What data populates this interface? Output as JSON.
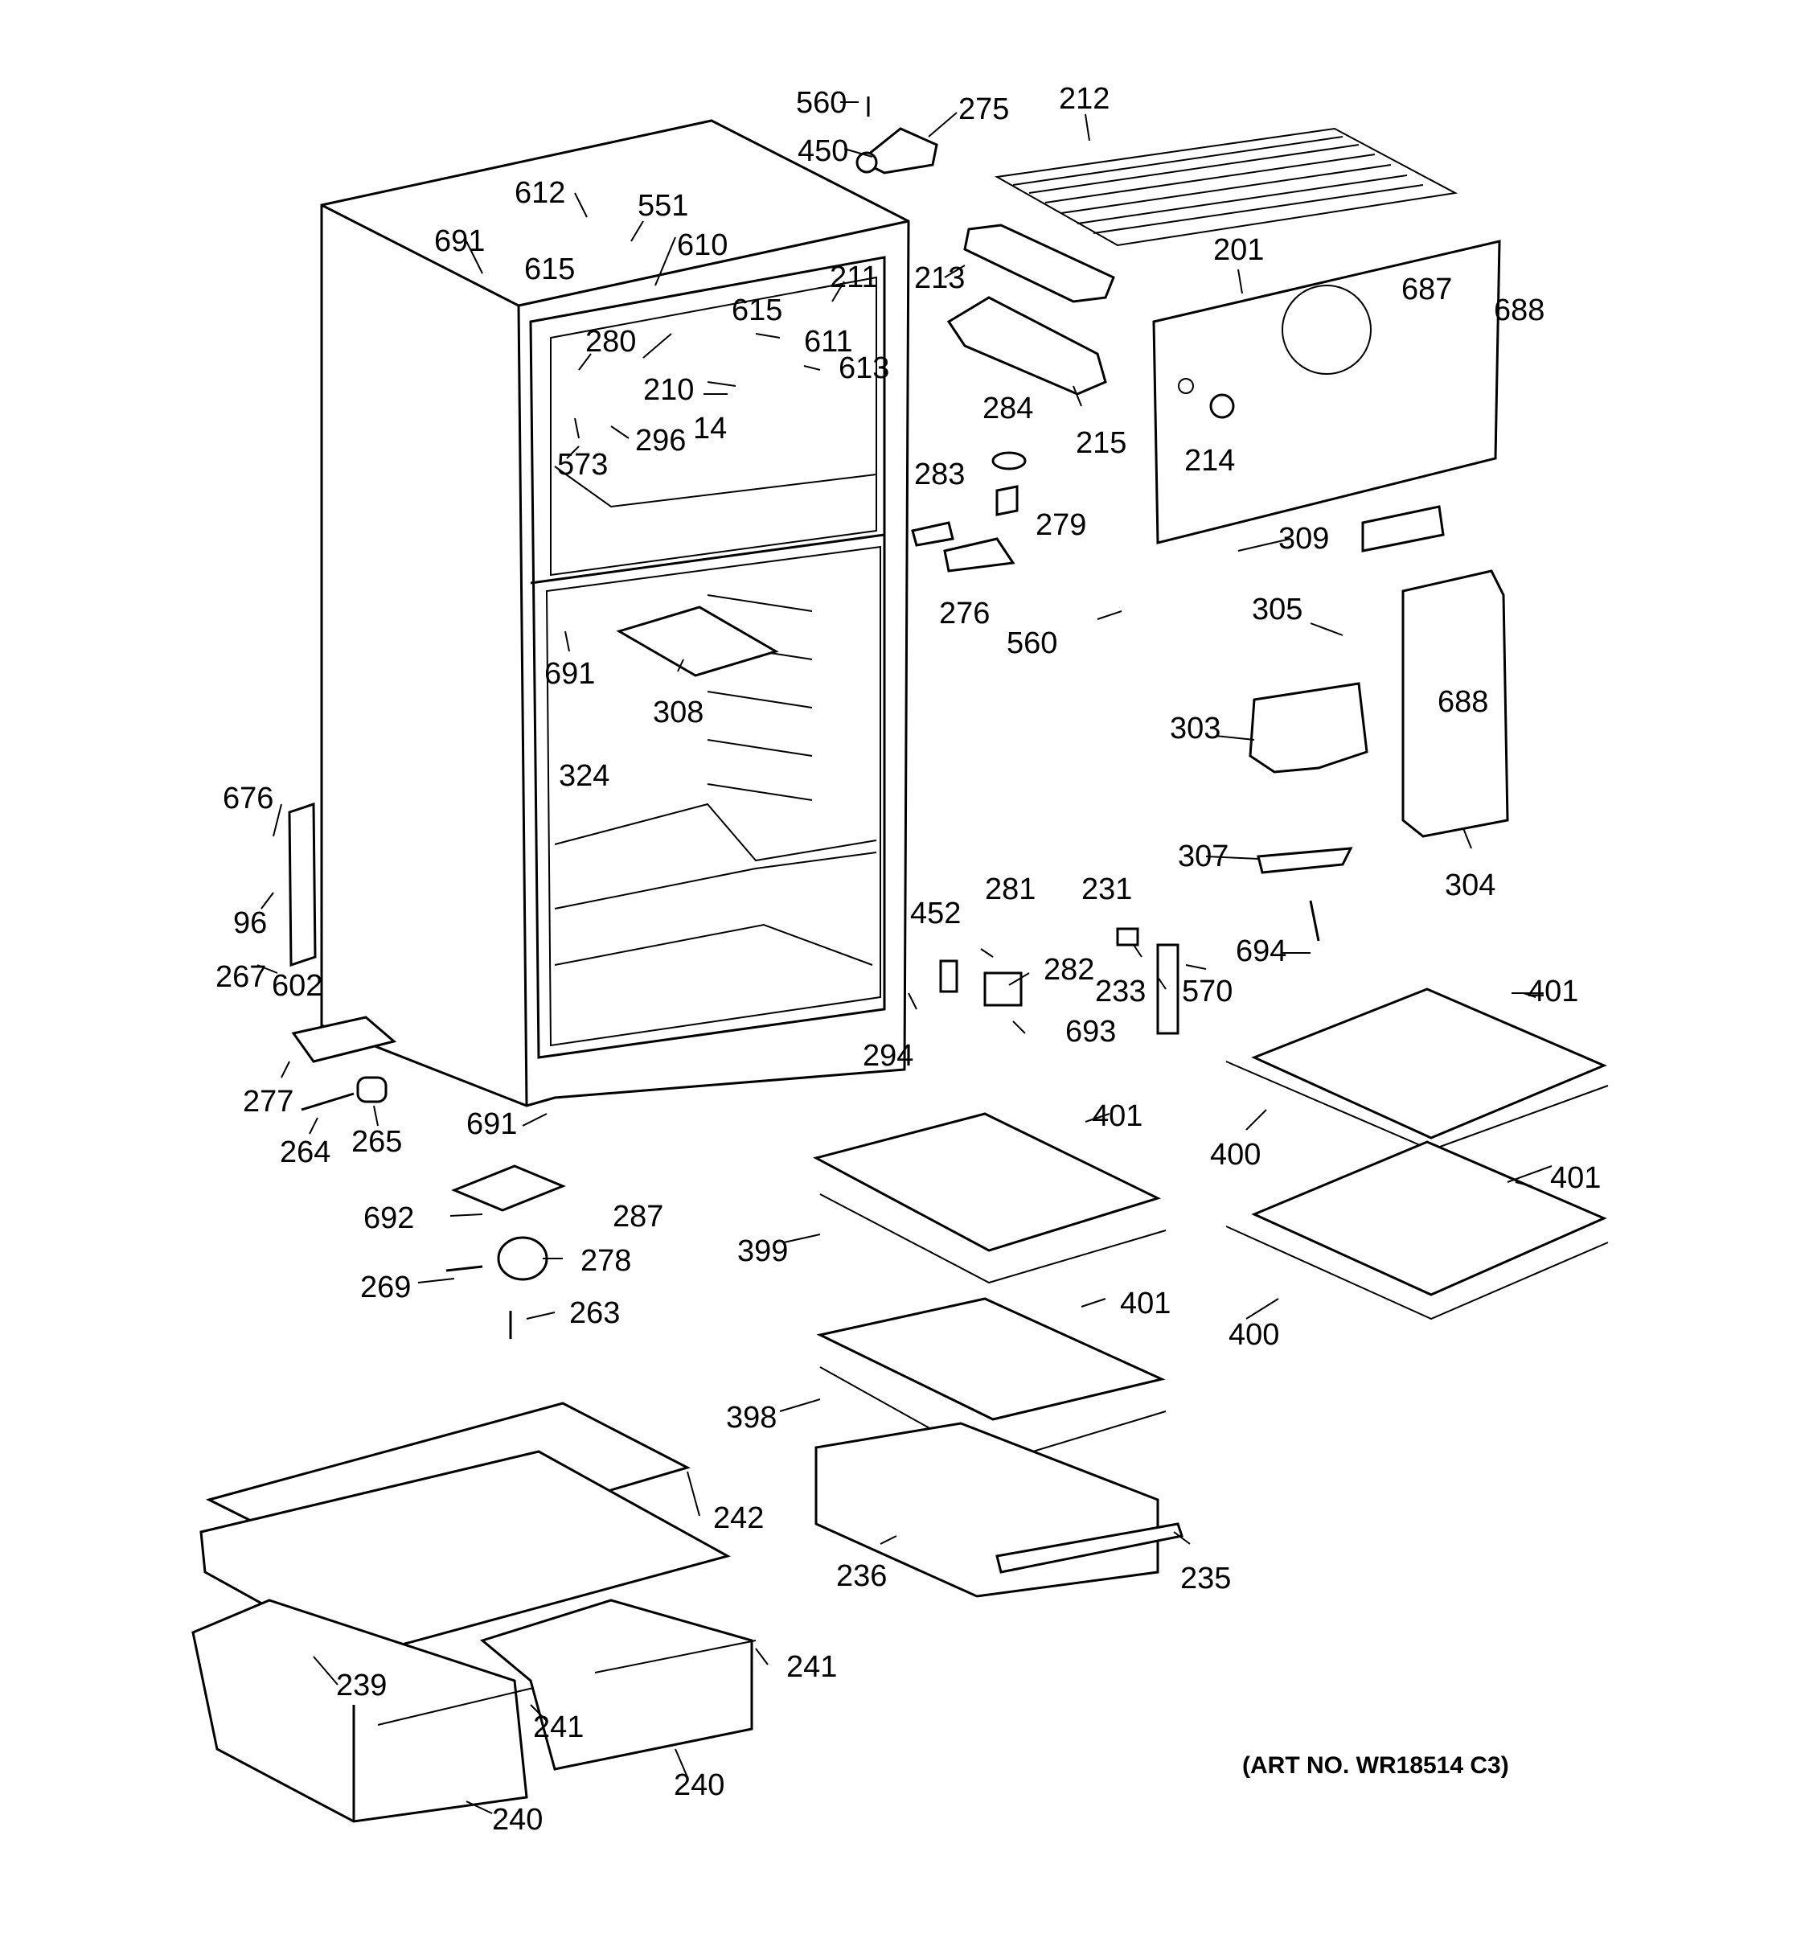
{
  "diagram": {
    "art_number": "(ART NO. WR18514 C3)",
    "callouts": [
      {
        "id": "c560a",
        "label": "560"
      },
      {
        "id": "c275",
        "label": "275"
      },
      {
        "id": "c450",
        "label": "450"
      },
      {
        "id": "c212",
        "label": "212"
      },
      {
        "id": "c612",
        "label": "612"
      },
      {
        "id": "c551",
        "label": "551"
      },
      {
        "id": "c691a",
        "label": "691"
      },
      {
        "id": "c610",
        "label": "610"
      },
      {
        "id": "c615a",
        "label": "615"
      },
      {
        "id": "c211",
        "label": "211"
      },
      {
        "id": "c213",
        "label": "213"
      },
      {
        "id": "c201",
        "label": "201"
      },
      {
        "id": "c687",
        "label": "687"
      },
      {
        "id": "c688a",
        "label": "688"
      },
      {
        "id": "c615b",
        "label": "615"
      },
      {
        "id": "c280",
        "label": "280"
      },
      {
        "id": "c611",
        "label": "611"
      },
      {
        "id": "c613",
        "label": "613"
      },
      {
        "id": "c210",
        "label": "210"
      },
      {
        "id": "c14",
        "label": "14"
      },
      {
        "id": "c296",
        "label": "296"
      },
      {
        "id": "c573",
        "label": "573"
      },
      {
        "id": "c284",
        "label": "284"
      },
      {
        "id": "c215",
        "label": "215"
      },
      {
        "id": "c214",
        "label": "214"
      },
      {
        "id": "c283",
        "label": "283"
      },
      {
        "id": "c279",
        "label": "279"
      },
      {
        "id": "c309",
        "label": "309"
      },
      {
        "id": "c276",
        "label": "276"
      },
      {
        "id": "c560b",
        "label": "560"
      },
      {
        "id": "c305",
        "label": "305"
      },
      {
        "id": "c691b",
        "label": "691"
      },
      {
        "id": "c308",
        "label": "308"
      },
      {
        "id": "c303",
        "label": "303"
      },
      {
        "id": "c688b",
        "label": "688"
      },
      {
        "id": "c324",
        "label": "324"
      },
      {
        "id": "c676",
        "label": "676"
      },
      {
        "id": "c307",
        "label": "307"
      },
      {
        "id": "c304",
        "label": "304"
      },
      {
        "id": "c96",
        "label": "96"
      },
      {
        "id": "c452",
        "label": "452"
      },
      {
        "id": "c281",
        "label": "281"
      },
      {
        "id": "c231",
        "label": "231"
      },
      {
        "id": "c694",
        "label": "694"
      },
      {
        "id": "c267",
        "label": "267"
      },
      {
        "id": "c602",
        "label": "602"
      },
      {
        "id": "c282",
        "label": "282"
      },
      {
        "id": "c233",
        "label": "233"
      },
      {
        "id": "c570",
        "label": "570"
      },
      {
        "id": "c401a",
        "label": "401"
      },
      {
        "id": "c693",
        "label": "693"
      },
      {
        "id": "c294",
        "label": "294"
      },
      {
        "id": "c277",
        "label": "277"
      },
      {
        "id": "c691c",
        "label": "691"
      },
      {
        "id": "c264",
        "label": "264"
      },
      {
        "id": "c265",
        "label": "265"
      },
      {
        "id": "c401b",
        "label": "401"
      },
      {
        "id": "c400a",
        "label": "400"
      },
      {
        "id": "c401c",
        "label": "401"
      },
      {
        "id": "c692",
        "label": "692"
      },
      {
        "id": "c287",
        "label": "287"
      },
      {
        "id": "c399",
        "label": "399"
      },
      {
        "id": "c278",
        "label": "278"
      },
      {
        "id": "c269",
        "label": "269"
      },
      {
        "id": "c401d",
        "label": "401"
      },
      {
        "id": "c263",
        "label": "263"
      },
      {
        "id": "c400b",
        "label": "400"
      },
      {
        "id": "c398",
        "label": "398"
      },
      {
        "id": "c242",
        "label": "242"
      },
      {
        "id": "c236",
        "label": "236"
      },
      {
        "id": "c235",
        "label": "235"
      },
      {
        "id": "c239",
        "label": "239"
      },
      {
        "id": "c241a",
        "label": "241"
      },
      {
        "id": "c241b",
        "label": "241"
      },
      {
        "id": "c240a",
        "label": "240"
      },
      {
        "id": "c240b",
        "label": "240"
      }
    ]
  }
}
